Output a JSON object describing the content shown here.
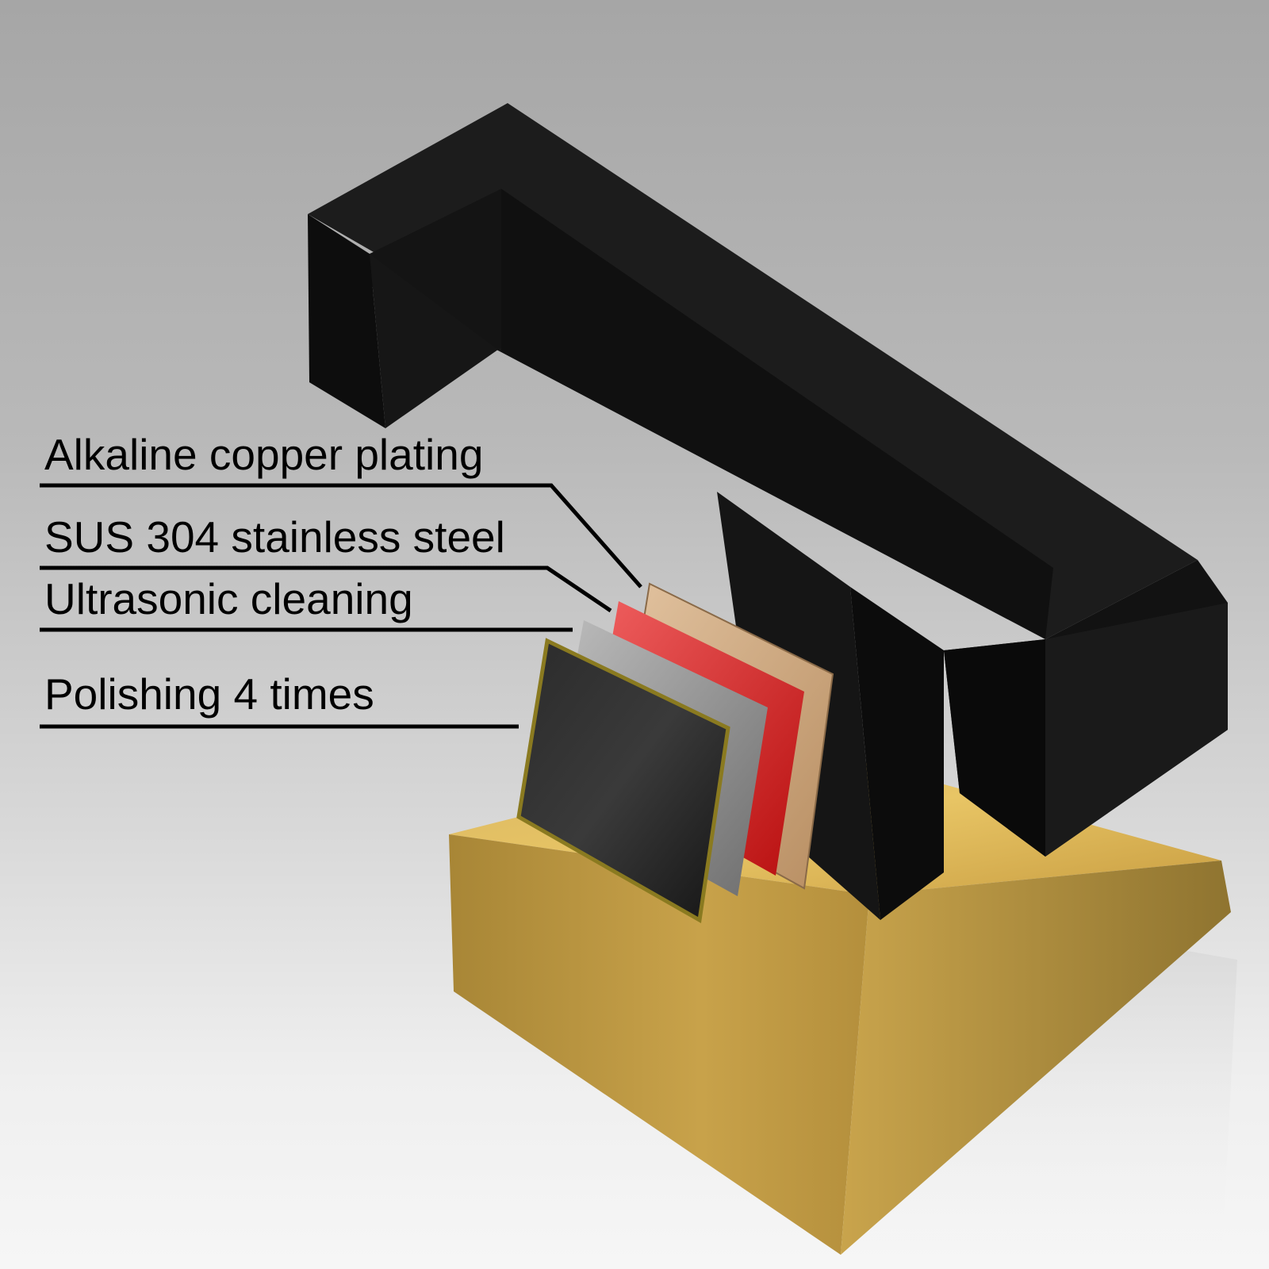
{
  "labels": [
    "Alkaline copper plating",
    "SUS 304 stainless steel",
    "Ultrasonic cleaning",
    "Polishing 4 times"
  ],
  "colors": {
    "background_top": "#a6a6a6",
    "background_bottom": "#f6f6f6",
    "handle_black": "#111111",
    "base_gold": "#c9a04a",
    "layer_copper": "#d4b08c",
    "layer_red": "#d81c1c",
    "layer_steel": "#9a9a9a",
    "layer_black": "#1e1e1e",
    "leader_lines": "#000000"
  },
  "icons": {
    "product": "square-cabinet-handle-knob",
    "layers": "material-layer-swatches"
  }
}
